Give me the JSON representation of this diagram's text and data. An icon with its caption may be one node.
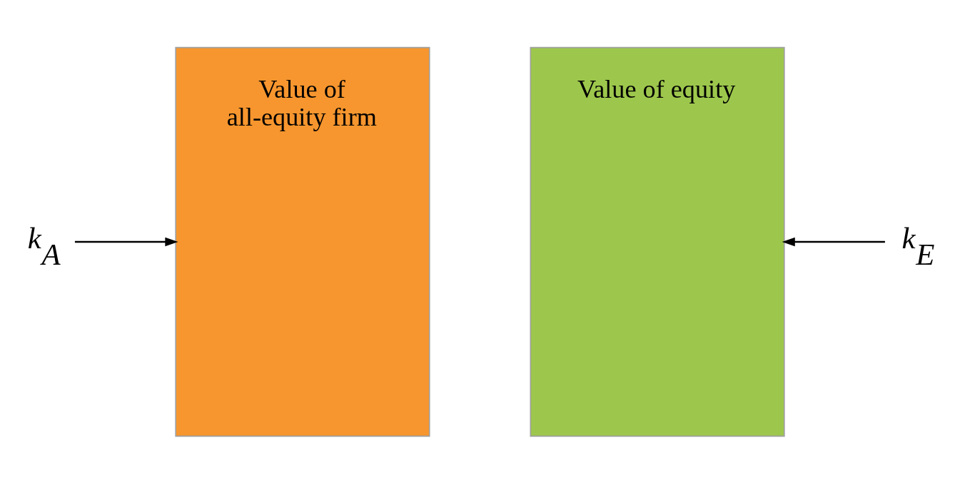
{
  "diagram": {
    "nodes": [
      {
        "text": [
          "k$_{A}$"
        ]
      },
      {
        "text": [
          "Value of all-equity firm"
        ]
      },
      {
        "text": [
          "Value of equity"
        ]
      },
      {
        "text": [
          "k$_{E}$"
        ]
      }
    ],
    "edges": [
      {
        "from": 0,
        "to": 1,
        "arrow": "to"
      },
      {
        "from": 3,
        "to": 2,
        "arrow": "to"
      }
    ]
  }
}
